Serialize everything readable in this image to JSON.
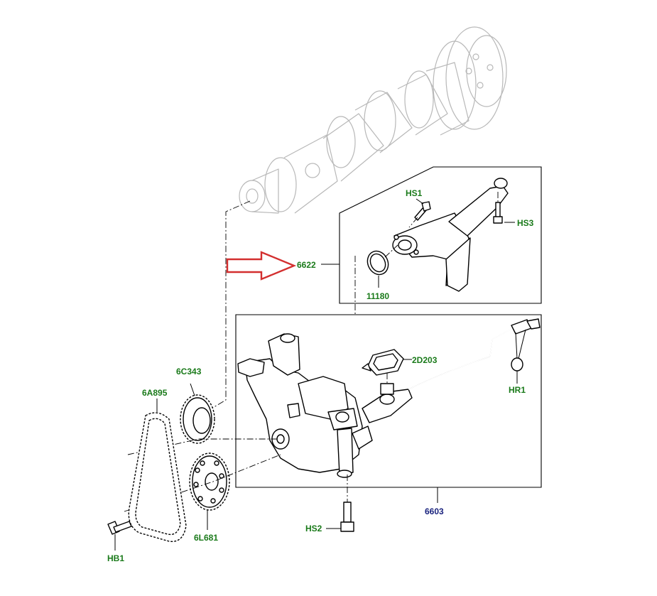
{
  "callouts": {
    "hs1": "HS1",
    "hs3": "HS3",
    "p6622": "6622",
    "p11180": "11180",
    "p2d203": "2D203",
    "hr1": "HR1",
    "p6c343": "6C343",
    "p6a895": "6A895",
    "p6603": "6603",
    "hs2": "HS2",
    "p6l681": "6L681",
    "hb1": "HB1"
  },
  "colors": {
    "callout_green": "#1a7a1a",
    "callout_blue": "#1a237e",
    "arrow_red": "#d32f2f",
    "ghost_gray": "#b8b8b8"
  }
}
